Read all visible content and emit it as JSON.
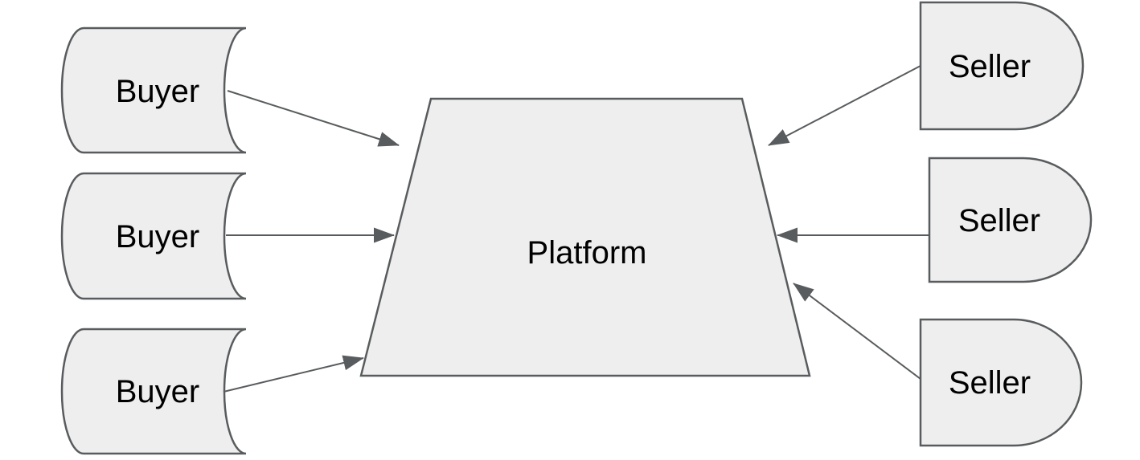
{
  "diagram": {
    "colors": {
      "canvas_bg": "#ffffff",
      "node_fill": "#eeeeee",
      "node_stroke": "#595c5e",
      "arrow_color": "#595c5e",
      "label_color": "#000000"
    },
    "platform": {
      "label": "Platform",
      "shape": "trapezoid"
    },
    "buyers": [
      {
        "id": "buyer-1",
        "label": "Buyer",
        "shape": "stored-data"
      },
      {
        "id": "buyer-2",
        "label": "Buyer",
        "shape": "stored-data"
      },
      {
        "id": "buyer-3",
        "label": "Buyer",
        "shape": "stored-data"
      }
    ],
    "sellers": [
      {
        "id": "seller-1",
        "label": "Seller",
        "shape": "delay"
      },
      {
        "id": "seller-2",
        "label": "Seller",
        "shape": "delay"
      },
      {
        "id": "seller-3",
        "label": "Seller",
        "shape": "delay"
      }
    ],
    "edges": [
      {
        "from": "buyer-1",
        "to": "platform",
        "arrow": "into-platform"
      },
      {
        "from": "buyer-2",
        "to": "platform",
        "arrow": "into-platform"
      },
      {
        "from": "buyer-3",
        "to": "platform",
        "arrow": "into-platform"
      },
      {
        "from": "seller-1",
        "to": "platform",
        "arrow": "into-platform"
      },
      {
        "from": "seller-2",
        "to": "platform",
        "arrow": "into-platform"
      },
      {
        "from": "seller-3",
        "to": "platform",
        "arrow": "into-platform"
      }
    ]
  }
}
